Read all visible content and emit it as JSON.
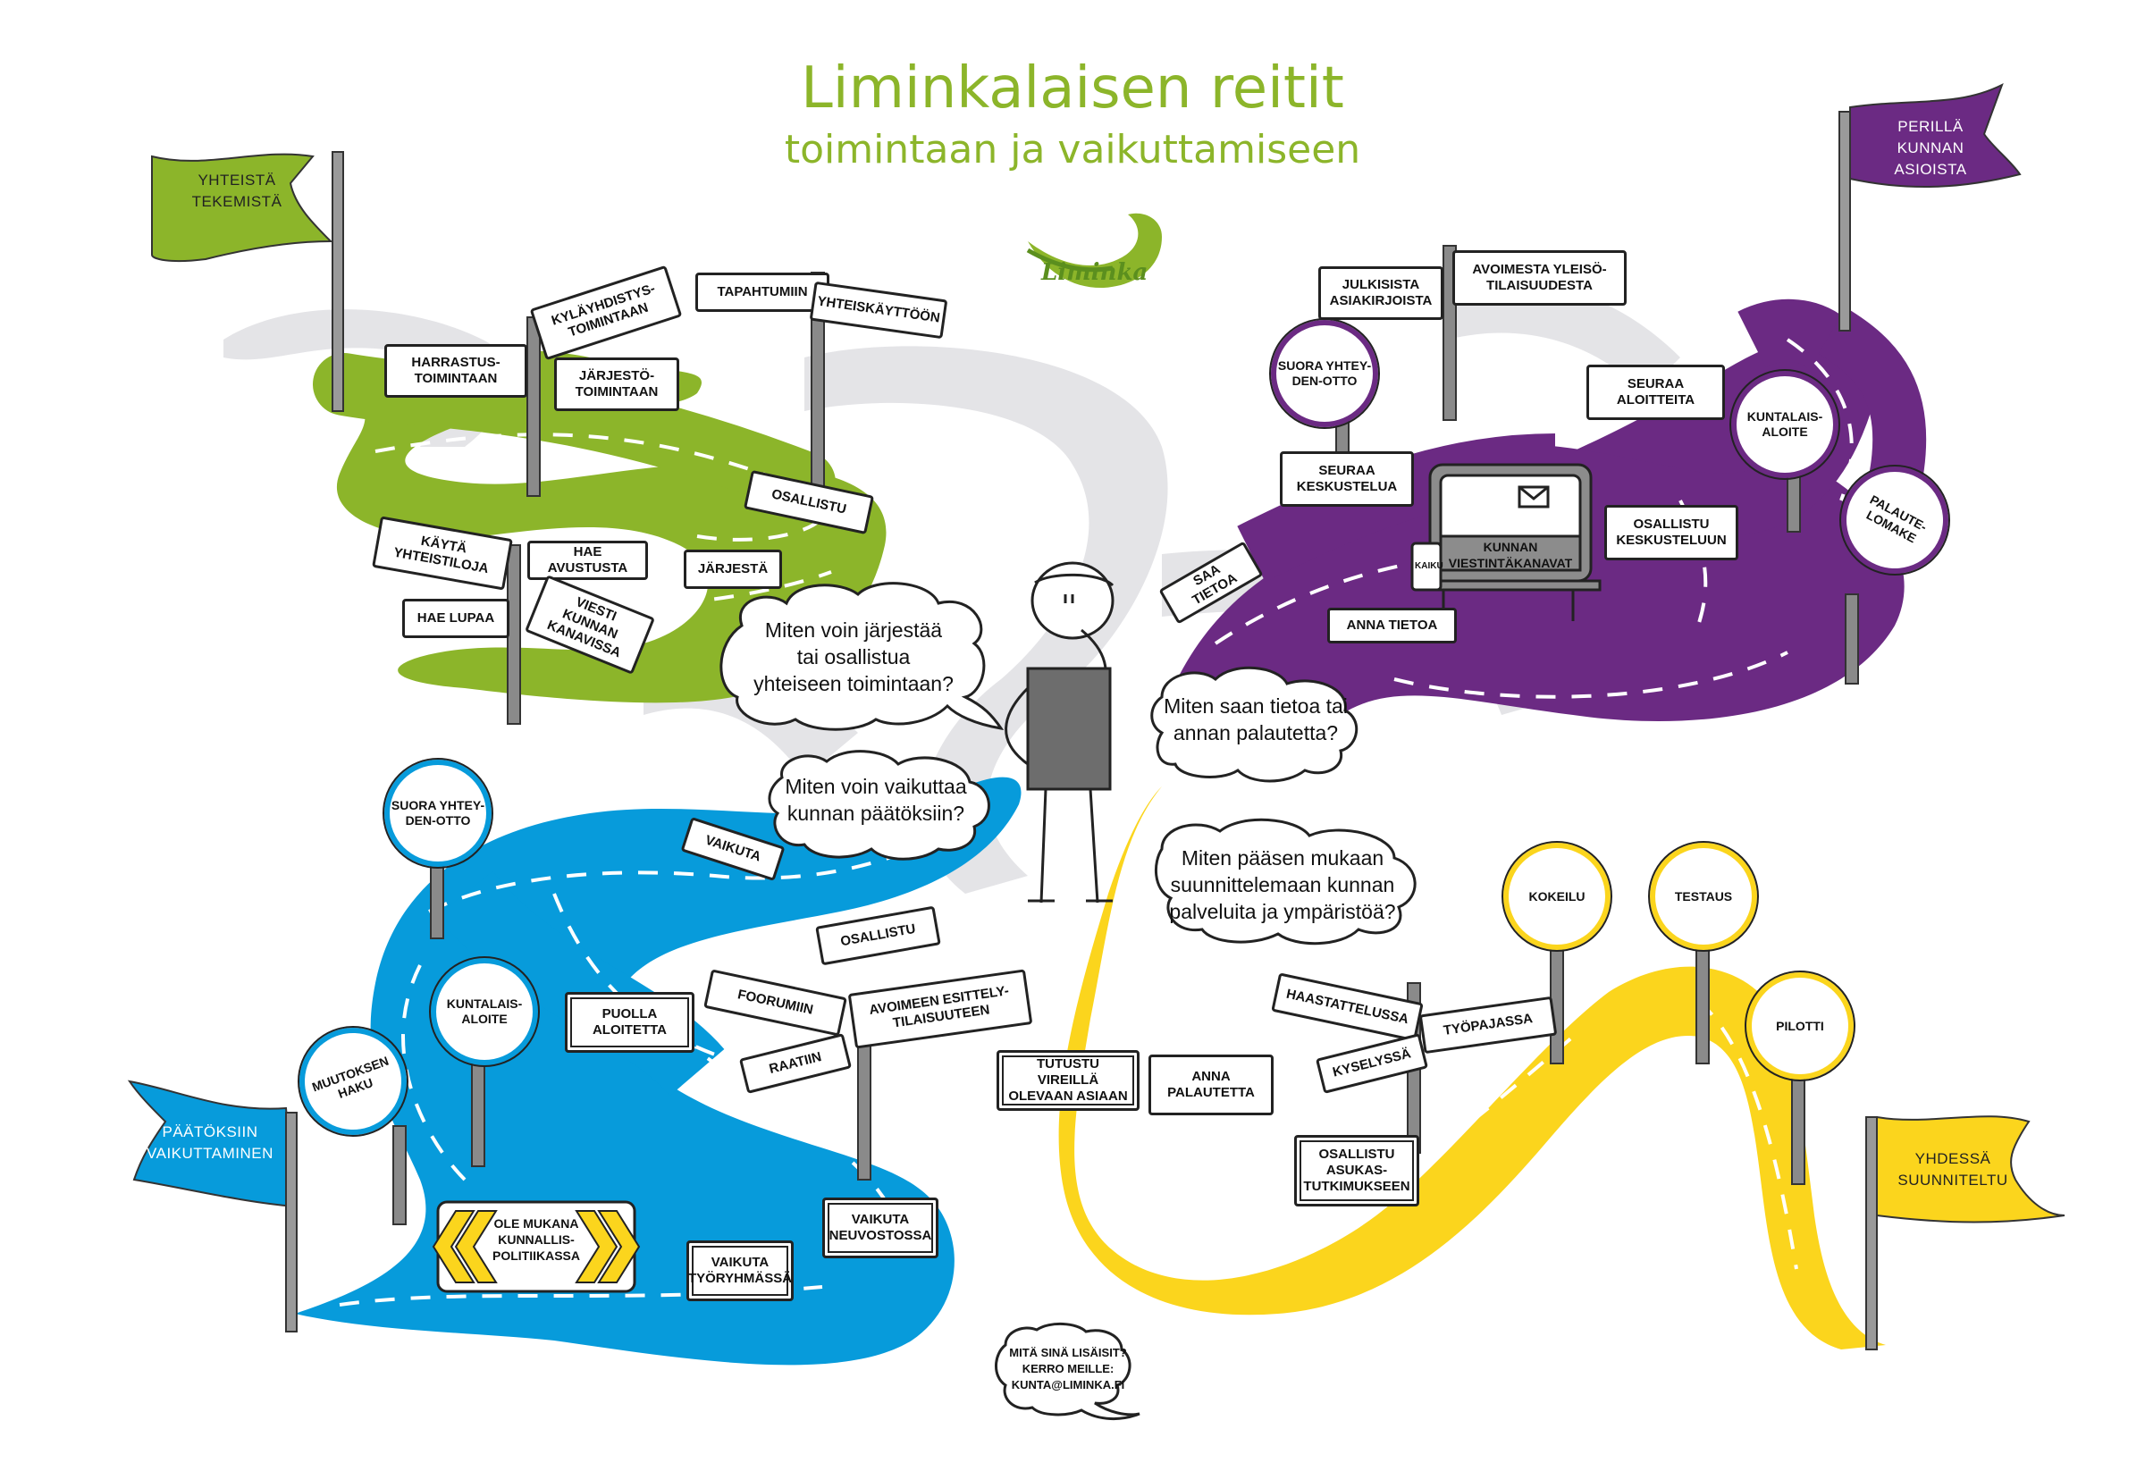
{
  "title": "Liminkalaisen reitit",
  "subtitle": "toimintaan ja vaikuttamiseen",
  "logo_text": "Liminka",
  "colors": {
    "green": "#8cb52a",
    "purple": "#6b2a83",
    "blue": "#079bdb",
    "yellow": "#fbd51d",
    "gray": "#e4e4e7"
  },
  "flags": {
    "green": [
      "Yhteistä",
      "tekemistä"
    ],
    "purple": [
      "Perillä",
      "kunnan asioista"
    ],
    "blue": [
      "Päätöksiin",
      "vaikuttaminen"
    ],
    "yellow": [
      "Yhdessä",
      "suunniteltu"
    ]
  },
  "green_signs": {
    "harrastus": "Harrastus-toimintaan",
    "kylayhdistys": "Kyläyhdistys-toimintaan",
    "jarjesto": "Järjestö-toimintaan",
    "tapahtumiin": "Tapahtumiin",
    "yhteiskayttoon": "Yhteiskäyttöön",
    "osallistu": "Osallistu",
    "kayta": "Käytä yhteistiloja",
    "avustusta": "Hae avustusta",
    "jarjesta": "Järjestä",
    "lupaa": "Hae lupaa",
    "viesti": "Viesti kunnan kanavissa"
  },
  "purple_signs": {
    "julkisista": "Julkisista asiakirjoista",
    "avoimesta": "Avoimesta yleisö-tilaisuudesta",
    "suora": "Suora yhtey-den-otto",
    "seuraa_aloitteita": "Seuraa aloitteita",
    "kuntalaisaloite": "Kuntalais-aloite",
    "seuraa_keskustelua": "Seuraa keskustelua",
    "palaute": "Palaute-lomake",
    "osallistu_keskusteluun": "Osallistu keskusteluun",
    "saa_tietoa": "Saa tietoa",
    "anna_tietoa": "Anna tietoa",
    "kanavat": "Kunnan viestintäkanavat",
    "kaiku": "Kaiku"
  },
  "blue_signs": {
    "suora": "Suora yhtey-den-otto",
    "vaikuta": "Vaikuta",
    "osallistu": "Osallistu",
    "kuntalaisaloite": "Kuntalais-aloite",
    "puolla": "Puolla aloitetta",
    "foorumiin": "Foorumiin",
    "avoimeen": "Avoimeen esittely-tilaisuuteen",
    "raatiin": "Raatiin",
    "muutoksen": "Muutoksen haku",
    "mukana": "Ole mukana kunnallis-politiikassa",
    "neuvostossa": "Vaikuta neuvostossa",
    "tyoryhmassa": "Vaikuta työryhmässä"
  },
  "yellow_signs": {
    "kokeilu": "Kokeilu",
    "testaus": "Testaus",
    "pilotti": "Pilotti",
    "haastattelussa": "Haastattelussa",
    "tyopajassa": "Työpajassa",
    "kyselyssa": "Kyselyssä",
    "anna_palautetta": "Anna palautetta",
    "tutustu": "Tutustu vireillä olevaan asiaan",
    "asukastutkimus": "Osallistu asukas-tutkimukseen"
  },
  "bubbles": {
    "green": [
      "Miten voin järjestää",
      "tai osallistua",
      "yhteiseen toimintaan?"
    ],
    "purple": [
      "Miten saan tietoa tai",
      "annan palautetta?"
    ],
    "blue": [
      "Miten voin vaikuttaa",
      "kunnan päätöksiin?"
    ],
    "yellow": [
      "Miten pääsen mukaan",
      "suunnittelemaan kunnan",
      "palveluita ja ympäristöä?"
    ]
  },
  "note": [
    "Mitä sinä lisäisit?",
    "Kerro meille:",
    "kunta@liminka.fi"
  ]
}
